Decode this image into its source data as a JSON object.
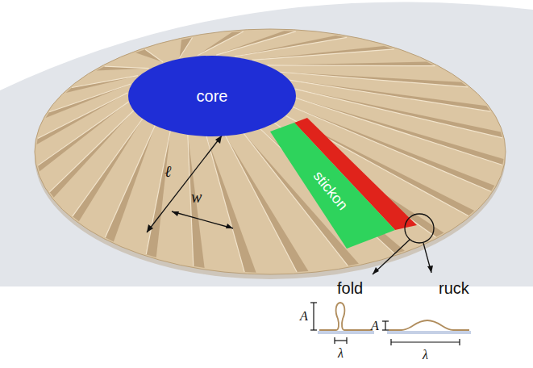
{
  "diagram": {
    "nodes": [
      {
        "text": [
          "core"
        ]
      },
      {
        "text": [
          "stickon"
        ]
      }
    ],
    "labels": [
      "ℓ",
      "w",
      "fold",
      "ruck",
      "A",
      "λ",
      "A",
      "λ"
    ]
  }
}
